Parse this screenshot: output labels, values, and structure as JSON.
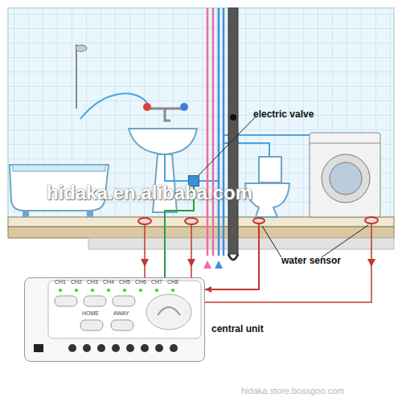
{
  "diagram": {
    "nodes": [
      {
        "text": [
          "electric valve"
        ]
      },
      {
        "text": [
          "water sensor"
        ]
      },
      {
        "text": [
          "central unit"
        ]
      }
    ],
    "edges": [
      {
        "from": 2,
        "to": 0,
        "arrow": "to"
      },
      {
        "from": 1,
        "to": 2,
        "arrow": "to"
      }
    ],
    "labels": [
      "CH1",
      "CH2",
      "CH3",
      "CH4",
      "CH5",
      "CH6",
      "CH7",
      "CH8",
      "HOME",
      "AWAY",
      "hidaka.en.alibaba.com",
      "hidaka.store.bossgoo.com"
    ]
  }
}
